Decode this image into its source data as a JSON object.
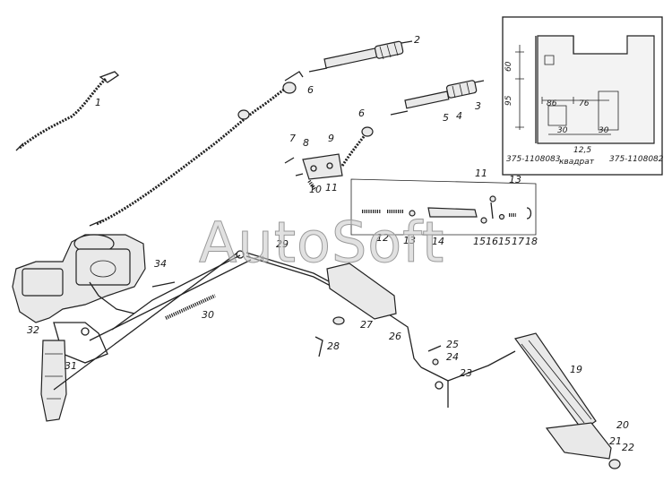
{
  "watermark": "AutoSoft",
  "labels": [
    "1",
    "2",
    "3",
    "4",
    "5",
    "6",
    "6",
    "7",
    "8",
    "9",
    "10",
    "11",
    "11",
    "12",
    "13",
    "13",
    "14",
    "15",
    "16",
    "15",
    "17",
    "18",
    "19",
    "20",
    "21",
    "22",
    "23",
    "24",
    "25",
    "26",
    "27",
    "28",
    "29",
    "30",
    "31",
    "32",
    "34"
  ],
  "inset": {
    "dims": [
      "60",
      "95",
      "86",
      "76",
      "30",
      "30",
      "12,5"
    ],
    "part_left": "375-1108083",
    "part_right": "375-1108082",
    "square_caption": "квадрат"
  }
}
